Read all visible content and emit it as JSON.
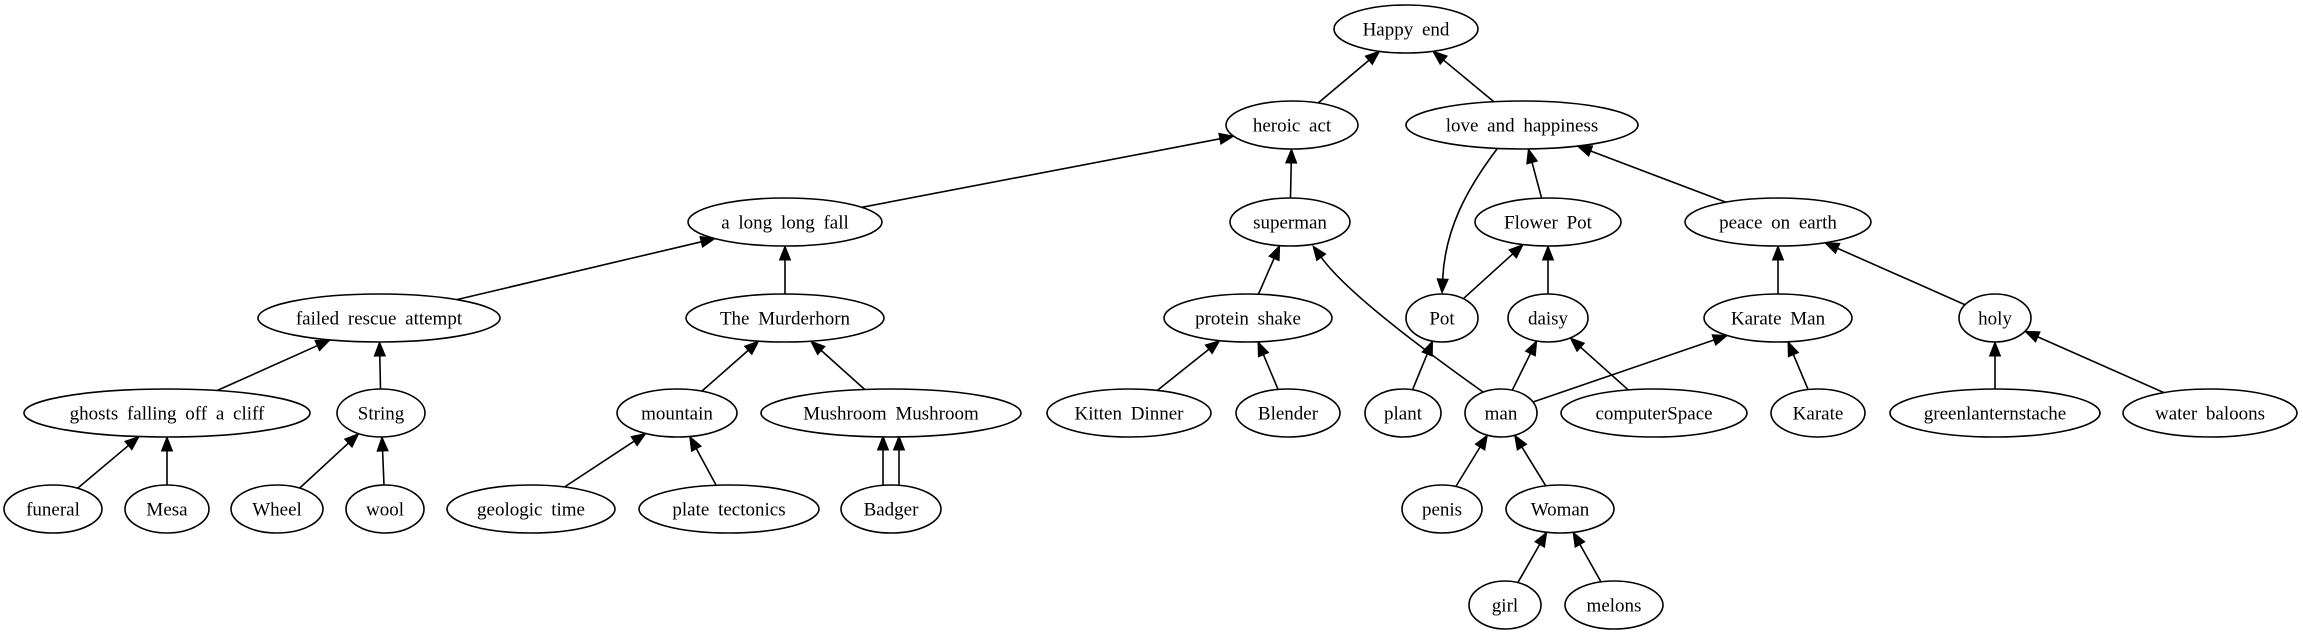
{
  "graph": {
    "type": "directed",
    "nodes": [
      {
        "id": "happy_end",
        "label": "Happy end"
      },
      {
        "id": "heroic_act",
        "label": "heroic act"
      },
      {
        "id": "love_and_happiness",
        "label": "love and happiness"
      },
      {
        "id": "a_long_long_fall",
        "label": "a long long fall"
      },
      {
        "id": "superman",
        "label": "superman"
      },
      {
        "id": "flower_pot",
        "label": "Flower Pot"
      },
      {
        "id": "peace_on_earth",
        "label": "peace on earth"
      },
      {
        "id": "failed_rescue_attempt",
        "label": "failed rescue attempt"
      },
      {
        "id": "the_murderhorn",
        "label": "The Murderhorn"
      },
      {
        "id": "protein_shake",
        "label": "protein shake"
      },
      {
        "id": "pot",
        "label": "Pot"
      },
      {
        "id": "daisy",
        "label": "daisy"
      },
      {
        "id": "karate_man",
        "label": "Karate Man"
      },
      {
        "id": "holy",
        "label": "holy"
      },
      {
        "id": "ghosts_falling_off_a_cliff",
        "label": "ghosts falling off a cliff"
      },
      {
        "id": "string",
        "label": "String"
      },
      {
        "id": "mountain",
        "label": "mountain"
      },
      {
        "id": "mushroom_mushroom",
        "label": "Mushroom Mushroom"
      },
      {
        "id": "kitten_dinner",
        "label": "Kitten Dinner"
      },
      {
        "id": "blender",
        "label": "Blender"
      },
      {
        "id": "plant",
        "label": "plant"
      },
      {
        "id": "man",
        "label": "man"
      },
      {
        "id": "computerspace",
        "label": "computerSpace"
      },
      {
        "id": "karate",
        "label": "Karate"
      },
      {
        "id": "greenlanternstache",
        "label": "greenlanternstache"
      },
      {
        "id": "water_baloons",
        "label": "water baloons"
      },
      {
        "id": "funeral",
        "label": "funeral"
      },
      {
        "id": "mesa",
        "label": "Mesa"
      },
      {
        "id": "wheel",
        "label": "Wheel"
      },
      {
        "id": "wool",
        "label": "wool"
      },
      {
        "id": "geologic_time",
        "label": "geologic time"
      },
      {
        "id": "plate_tectonics",
        "label": "plate tectonics"
      },
      {
        "id": "badger",
        "label": "Badger"
      },
      {
        "id": "penis",
        "label": "penis"
      },
      {
        "id": "woman",
        "label": "Woman"
      },
      {
        "id": "girl",
        "label": "girl"
      },
      {
        "id": "melons",
        "label": "melons"
      }
    ],
    "edges": [
      {
        "from": "heroic_act",
        "to": "happy_end"
      },
      {
        "from": "love_and_happiness",
        "to": "happy_end"
      },
      {
        "from": "a_long_long_fall",
        "to": "heroic_act"
      },
      {
        "from": "superman",
        "to": "heroic_act"
      },
      {
        "from": "love_and_happiness",
        "to": "pot"
      },
      {
        "from": "flower_pot",
        "to": "love_and_happiness"
      },
      {
        "from": "peace_on_earth",
        "to": "love_and_happiness"
      },
      {
        "from": "failed_rescue_attempt",
        "to": "a_long_long_fall"
      },
      {
        "from": "the_murderhorn",
        "to": "a_long_long_fall"
      },
      {
        "from": "protein_shake",
        "to": "superman"
      },
      {
        "from": "man",
        "to": "superman"
      },
      {
        "from": "pot",
        "to": "flower_pot"
      },
      {
        "from": "daisy",
        "to": "flower_pot"
      },
      {
        "from": "karate_man",
        "to": "peace_on_earth"
      },
      {
        "from": "holy",
        "to": "peace_on_earth"
      },
      {
        "from": "ghosts_falling_off_a_cliff",
        "to": "failed_rescue_attempt"
      },
      {
        "from": "string",
        "to": "failed_rescue_attempt"
      },
      {
        "from": "mountain",
        "to": "the_murderhorn"
      },
      {
        "from": "mushroom_mushroom",
        "to": "the_murderhorn"
      },
      {
        "from": "kitten_dinner",
        "to": "protein_shake"
      },
      {
        "from": "blender",
        "to": "protein_shake"
      },
      {
        "from": "plant",
        "to": "pot"
      },
      {
        "from": "man",
        "to": "daisy"
      },
      {
        "from": "computerspace",
        "to": "daisy"
      },
      {
        "from": "man",
        "to": "karate_man"
      },
      {
        "from": "karate",
        "to": "karate_man"
      },
      {
        "from": "greenlanternstache",
        "to": "holy"
      },
      {
        "from": "water_baloons",
        "to": "holy"
      },
      {
        "from": "funeral",
        "to": "ghosts_falling_off_a_cliff"
      },
      {
        "from": "mesa",
        "to": "ghosts_falling_off_a_cliff"
      },
      {
        "from": "wheel",
        "to": "string"
      },
      {
        "from": "wool",
        "to": "string"
      },
      {
        "from": "geologic_time",
        "to": "mountain"
      },
      {
        "from": "plate_tectonics",
        "to": "mountain"
      },
      {
        "from": "badger",
        "to": "mushroom_mushroom"
      },
      {
        "from": "badger",
        "to": "mushroom_mushroom"
      },
      {
        "from": "penis",
        "to": "man"
      },
      {
        "from": "woman",
        "to": "man"
      },
      {
        "from": "girl",
        "to": "woman"
      },
      {
        "from": "melons",
        "to": "woman"
      }
    ]
  }
}
